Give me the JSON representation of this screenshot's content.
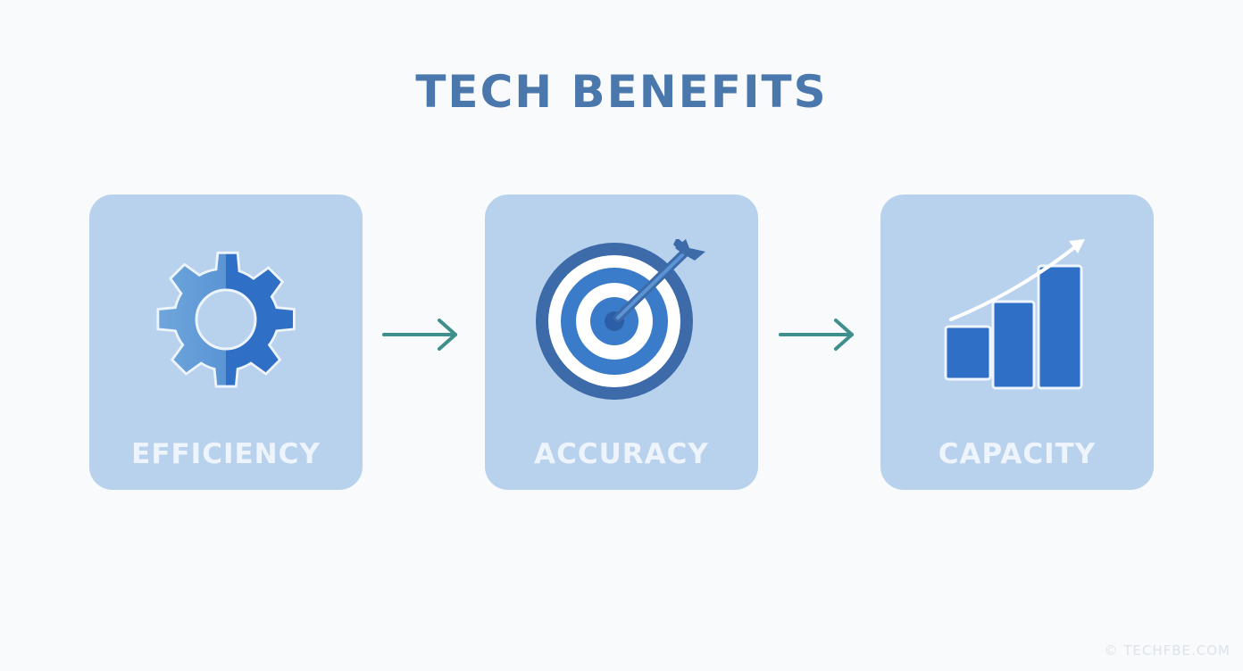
{
  "title": "TECH BENEFITS",
  "cards": [
    {
      "label": "EFFICIENCY",
      "icon": "gear-icon"
    },
    {
      "label": "ACCURACY",
      "icon": "target-icon"
    },
    {
      "label": "CAPACITY",
      "icon": "growth-chart-icon"
    }
  ],
  "watermark": "© TECHFBE.COM",
  "colors": {
    "background": "#f8fafc",
    "title": "#4a78ad",
    "card": "#b8d2ee",
    "icon_blue": "#2f6fc6",
    "arrow": "#3f8f8c",
    "label": "#eef4fb"
  }
}
